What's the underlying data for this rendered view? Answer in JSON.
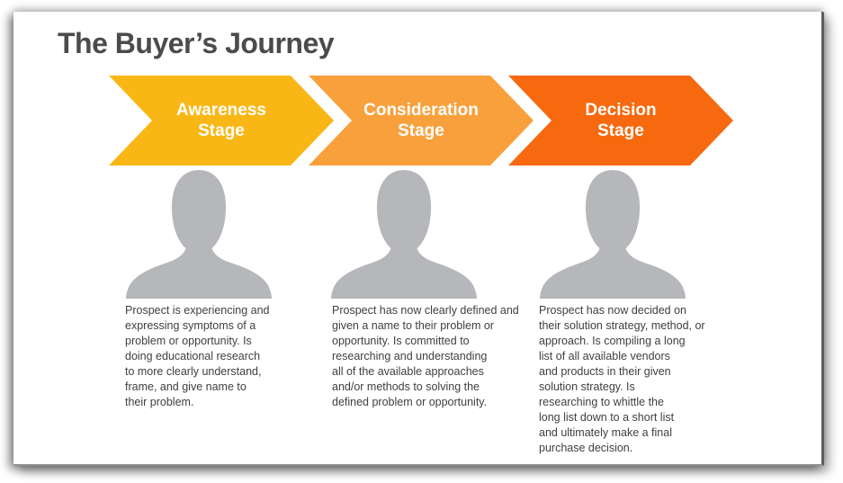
{
  "page": {
    "title": "The Buyer’s Journey"
  },
  "colors": {
    "awareness_arrow": "#F9B715",
    "consideration_arrow": "#F8A13C",
    "decision_arrow": "#F7690E",
    "silhouette_gray": "#B5B7BA",
    "title_text": "#4B4B4B",
    "body_text": "#3F3F3F"
  },
  "stages": [
    {
      "label": "Awareness\nStage",
      "color": "#F9B715",
      "description": "Prospect is experiencing and\nexpressing symptoms of a\nproblem or opportunity. Is\ndoing educational research\nto more clearly understand,\nframe, and give name to\ntheir problem."
    },
    {
      "label": "Consideration\nStage",
      "color": "#F8A13C",
      "description": "Prospect has now clearly defined and\ngiven a name to their problem or\nopportunity. Is committed to\nresearching and understanding\nall of the available approaches\nand/or methods to solving the\ndefined problem or opportunity."
    },
    {
      "label": "Decision\nStage",
      "color": "#F7690E",
      "description": "Prospect has now decided on\ntheir solution strategy, method, or\napproach. Is compiling a long\nlist of all available vendors\nand products in their given\nsolution strategy. Is\nresearching to whittle the\nlong list down to a short list\nand ultimately make a final\npurchase decision."
    }
  ]
}
